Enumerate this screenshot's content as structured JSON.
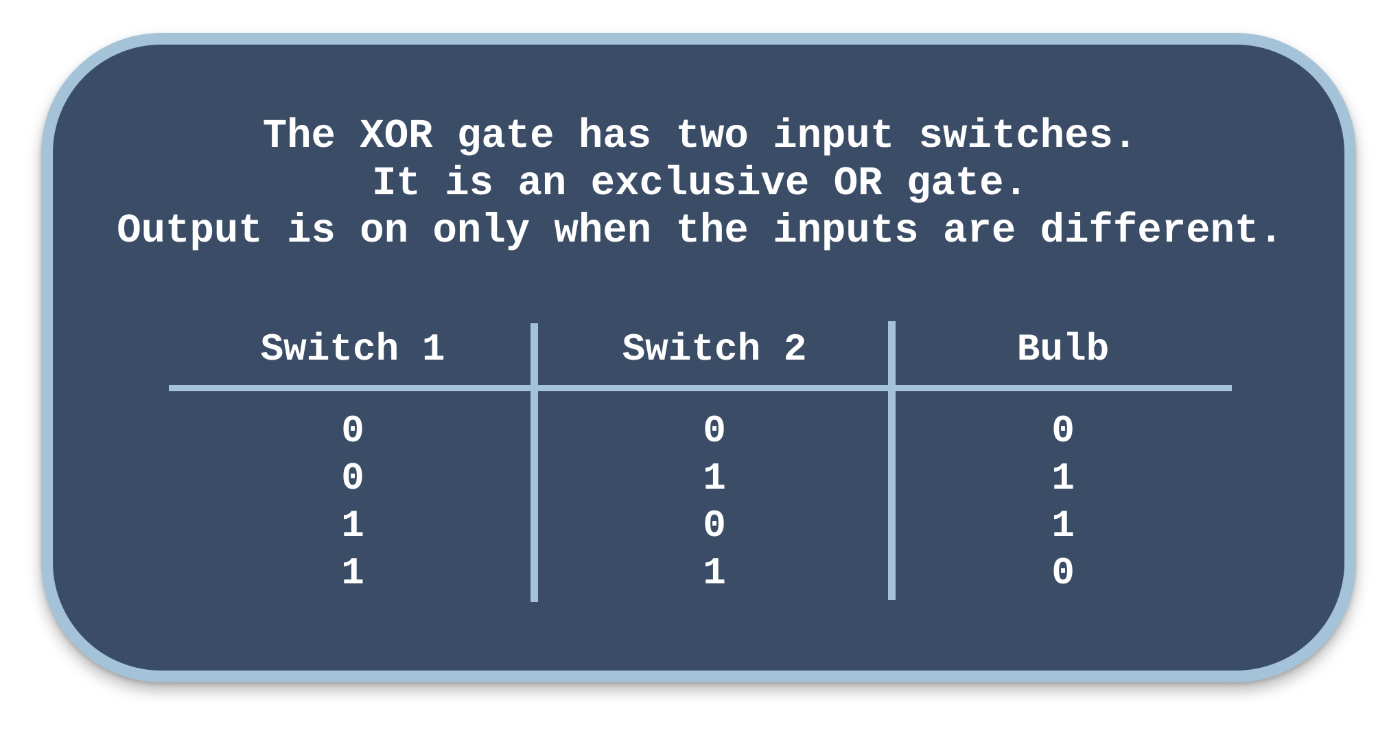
{
  "intro": {
    "lines": [
      "The XOR gate has two input switches.",
      "It is an exclusive OR gate.",
      "Output is on only when the inputs are different."
    ]
  },
  "truth_table": {
    "headers": [
      "Switch 1",
      "Switch 2",
      "Bulb"
    ],
    "rows": [
      [
        "0",
        "0",
        "0"
      ],
      [
        "0",
        "1",
        "1"
      ],
      [
        "1",
        "0",
        "1"
      ],
      [
        "1",
        "1",
        "0"
      ]
    ]
  },
  "colors": {
    "card_background": "#3b4d66",
    "border": "#a4c3d9",
    "text": "#ffffff"
  }
}
